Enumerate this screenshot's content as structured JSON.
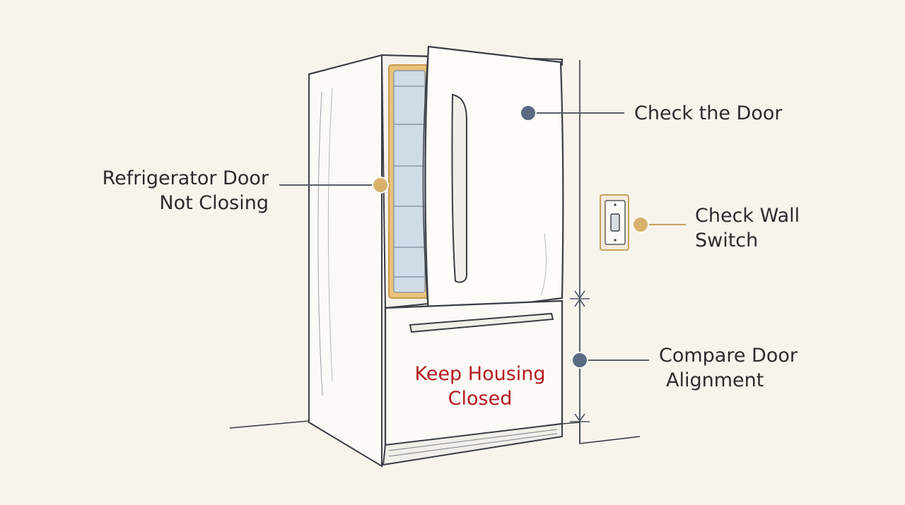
{
  "callouts": {
    "door_not_closing": {
      "line1": "Refrigerator Door",
      "line2": "Not Closing"
    },
    "check_door": "Check the Door",
    "check_wall_switch": {
      "line1": "Check Wall",
      "line2": "Switch"
    },
    "compare_alignment": {
      "line1": "Compare Door",
      "line2": "Alignment"
    },
    "keep_housing": {
      "line1": "Keep Housing",
      "line2": "Closed"
    }
  },
  "colors": {
    "background": "#f7f4ec",
    "outline": "#3a3d44",
    "accent_gold": "#d3a85a",
    "dot_slate": "#5a6a82",
    "warning_red": "#b3191f"
  }
}
